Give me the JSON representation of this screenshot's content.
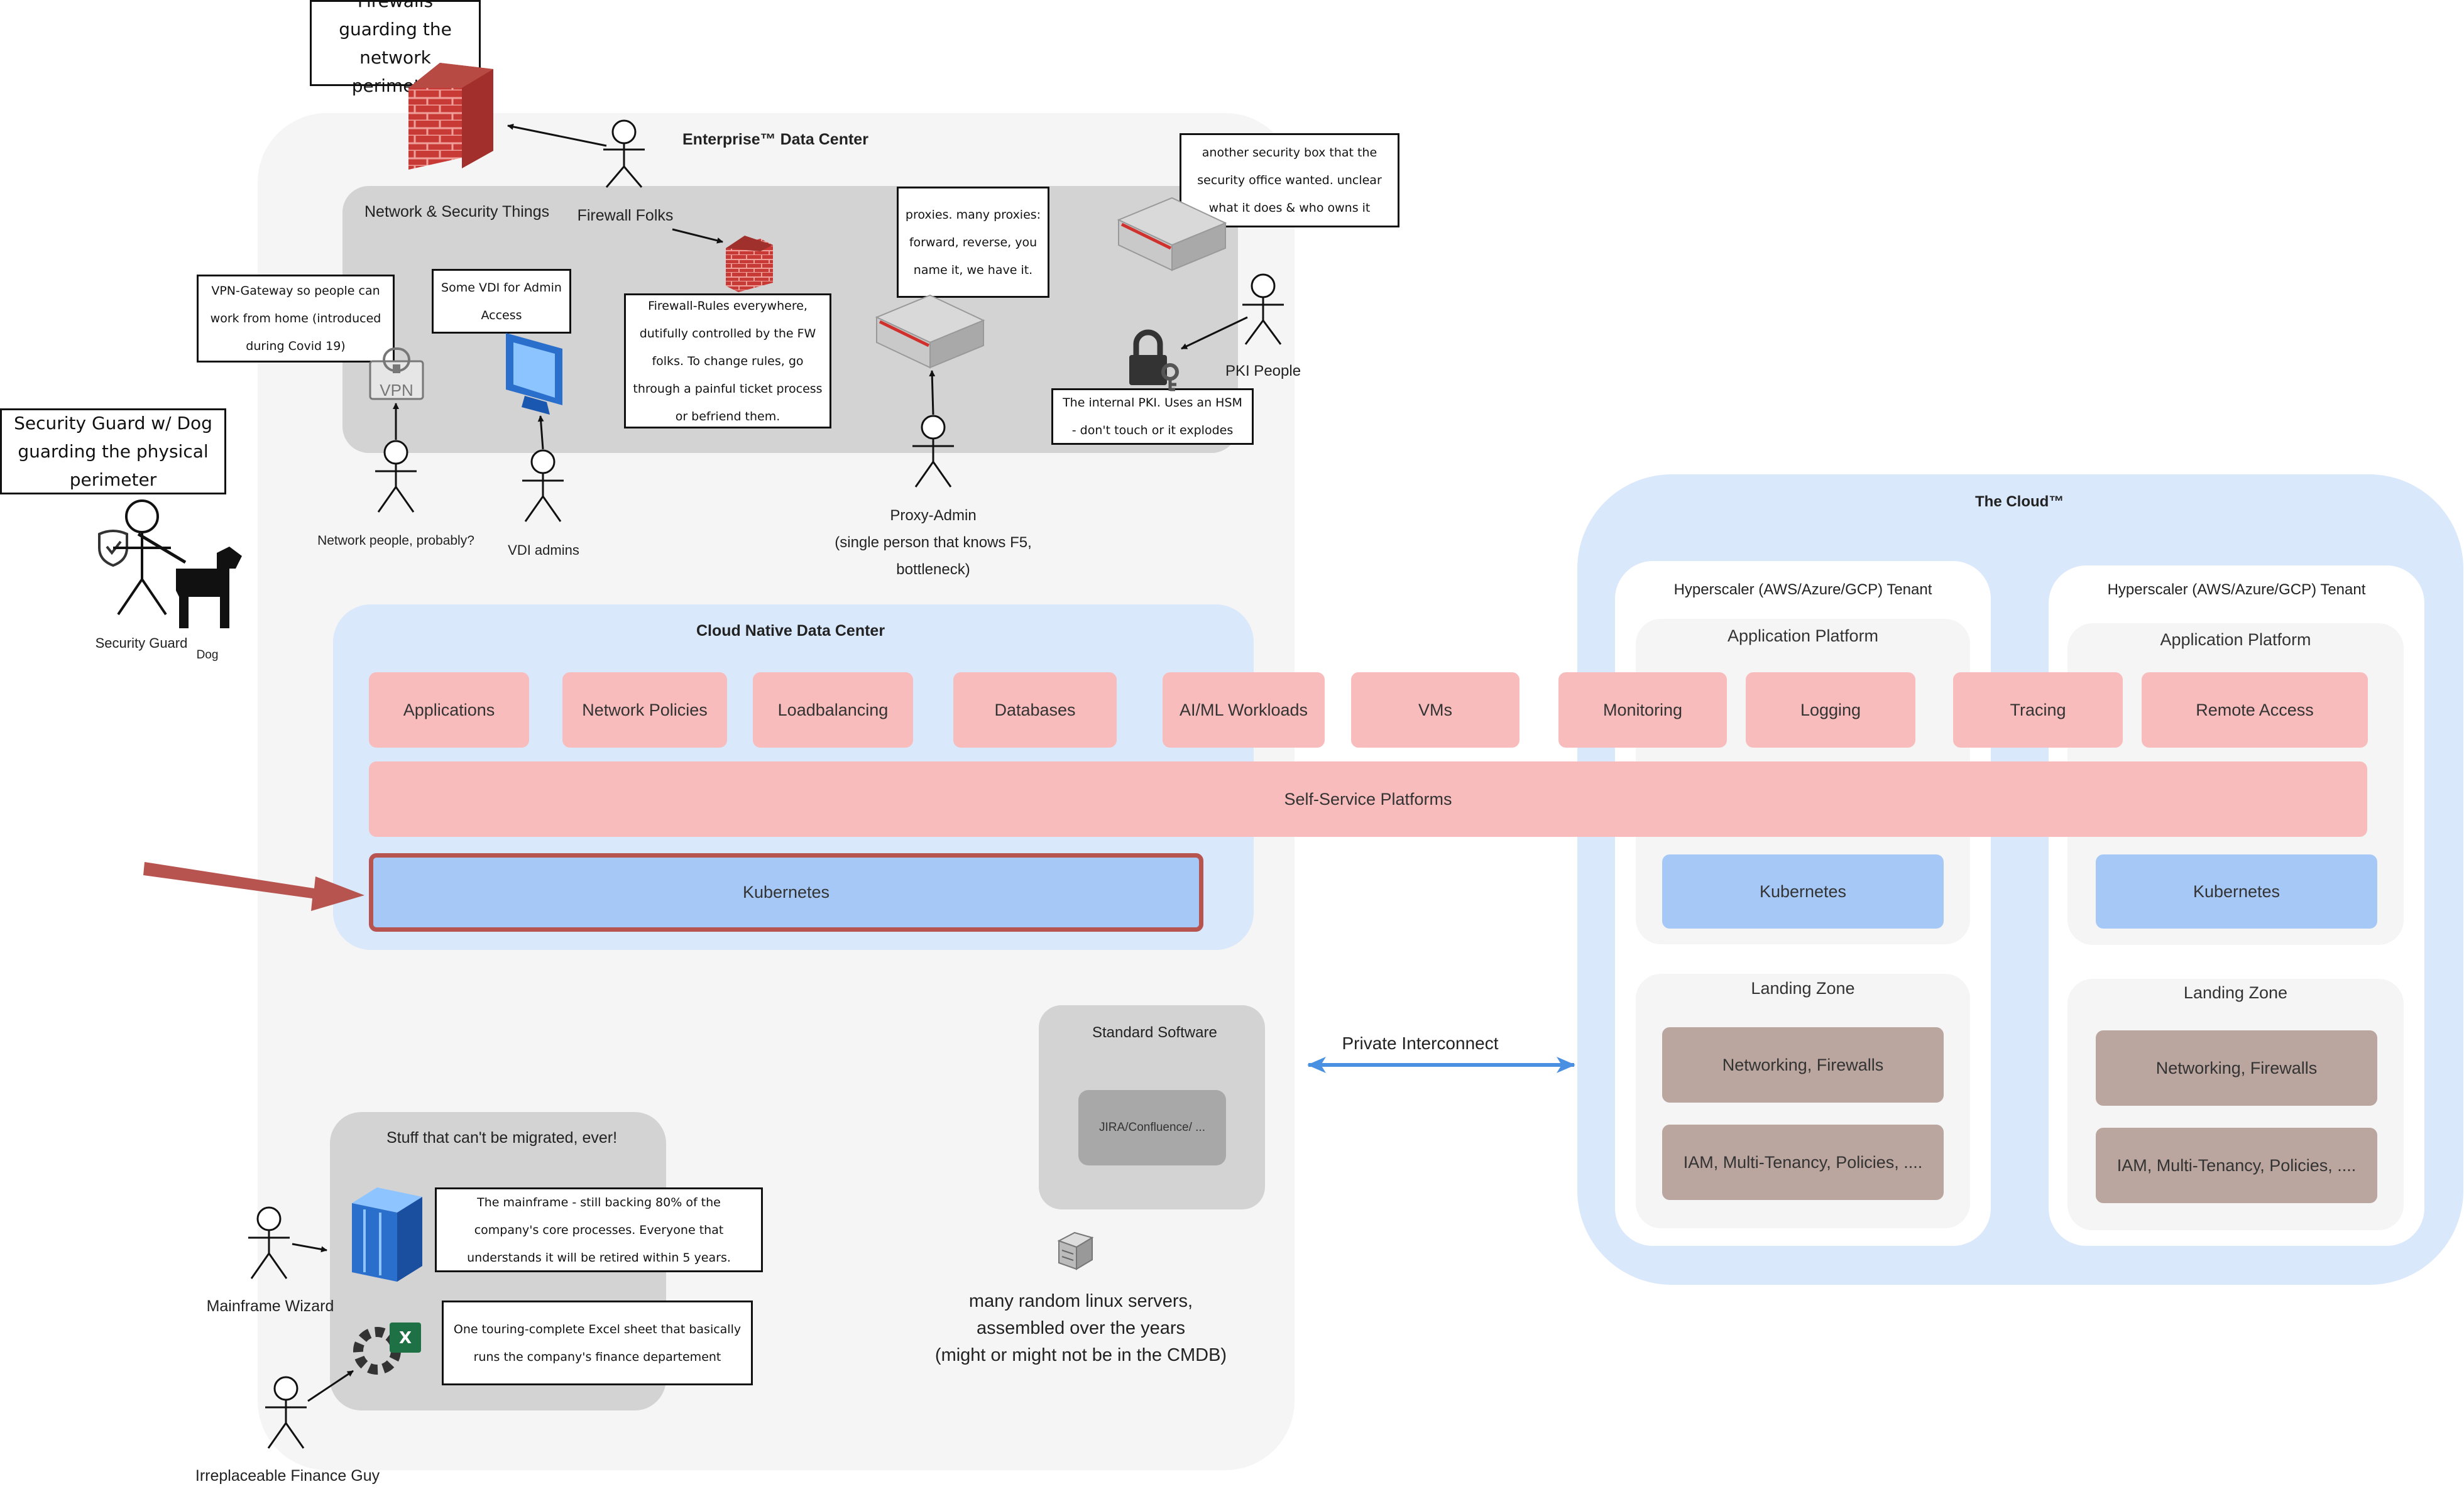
{
  "enterprise": {
    "title": "Enterprise™ Data Center",
    "network_security": "Network & Security Things",
    "cloud_native": {
      "title": "Cloud Native Data Center",
      "items": [
        "Applications",
        "Network Policies",
        "Loadbalancing",
        "Databases",
        "AI/ML Workloads",
        "VMs",
        "Monitoring",
        "Logging",
        "Tracing",
        "Remote Access"
      ],
      "self_service": "Self-Service Platforms",
      "kubernetes": "Kubernetes"
    },
    "legacy": {
      "title": "Stuff that can't be migrated, ever!",
      "mainframe_note": "The mainframe - still backing 80% of the company's core processes. Everyone that understands it will be retired within 5 years.",
      "excel_note": "One touring-complete Excel sheet that basically runs the company's finance departement"
    },
    "standard_software": {
      "title": "Standard Software",
      "jira": "JIRA/Confluence/ ..."
    },
    "linux_servers": [
      "many random linux servers,",
      "assembled over the years",
      "(might or might not be in the CMDB)"
    ]
  },
  "vpn_label": "VPN",
  "notes": {
    "firewalls": "Firewalls guarding the network perimeter",
    "security_guard": "Security Guard w/ Dog guarding the physical perimeter",
    "vpn": "VPN-Gateway so people can work from home (introduced during Covid 19)",
    "vdi": "Some VDI for Admin Access",
    "firewall_rules": "Firewall-Rules everywhere, dutifully controlled by the FW folks. To change rules, go through a painful ticket process or befriend them.",
    "proxies": "proxies. many proxies: forward, reverse, you name it, we have it.",
    "security_box": "another security box that the security office wanted. unclear what it does & who owns it",
    "pki": "The internal PKI. Uses an HSM - don't touch or it explodes"
  },
  "actors": {
    "firewall_folks": "Firewall Folks",
    "network_people": "Network people, probably?",
    "vdi_admins": "VDI admins",
    "proxy_admin": [
      "Proxy-Admin",
      "(single person that knows F5,",
      "bottleneck)"
    ],
    "pki_people": "PKI People",
    "security_guard": "Security Guard",
    "dog": "Dog",
    "mainframe_wizard": "Mainframe Wizard",
    "finance_guy": "Irreplaceable Finance Guy"
  },
  "interconnect": "Private Interconnect",
  "cloud": {
    "title": "The Cloud™",
    "tenants": [
      {
        "title": "Hyperscaler (AWS/Azure/GCP) Tenant",
        "app_platform": "Application Platform",
        "kubernetes": "Kubernetes",
        "landing_zone": "Landing Zone",
        "networking": "Networking, Firewalls",
        "iam": "IAM, Multi-Tenancy, Policies, ...."
      },
      {
        "title": "Hyperscaler (AWS/Azure/GCP) Tenant",
        "app_platform": "Application Platform",
        "kubernetes": "Kubernetes",
        "landing_zone": "Landing Zone",
        "networking": "Networking, Firewalls",
        "iam": "IAM, Multi-Tenancy, Policies, ...."
      }
    ]
  },
  "colors": {
    "pink": "#f8bcbc",
    "blue": "#a6c8f6",
    "zone_blue": "#dae8fc",
    "arrow_red": "#b85450",
    "interconnect": "#4a90e2"
  }
}
